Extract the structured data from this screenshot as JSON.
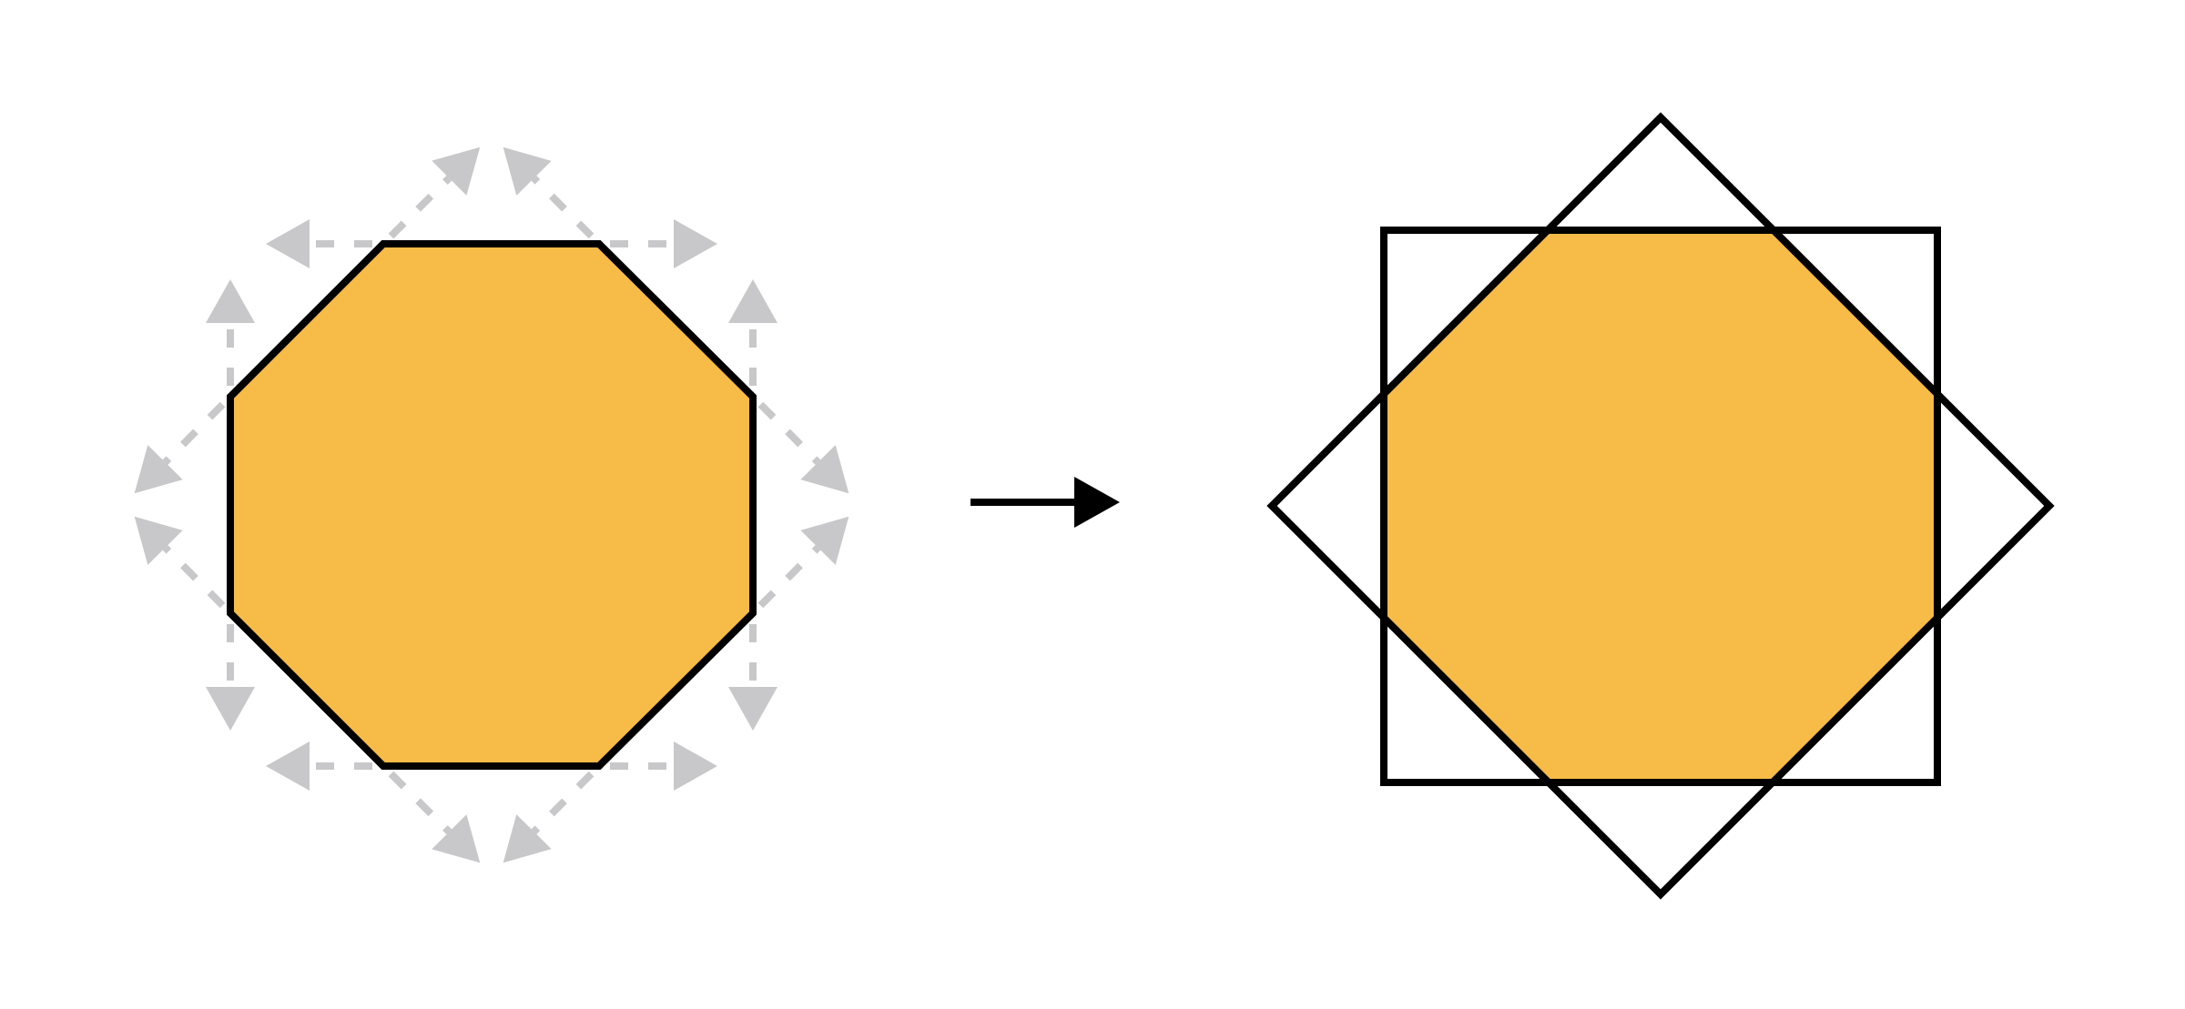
{
  "diagram": {
    "description_labels": [],
    "colors": {
      "fill": "#f7bb47",
      "outline": "#000000",
      "extension_arrows": "#c8c8ca",
      "transition_arrow": "#000000"
    },
    "left_shape": "octagon-with-extended-edges",
    "transition": "arrow-right",
    "right_shape": "octagon-formed-by-square-and-rotated-square"
  }
}
